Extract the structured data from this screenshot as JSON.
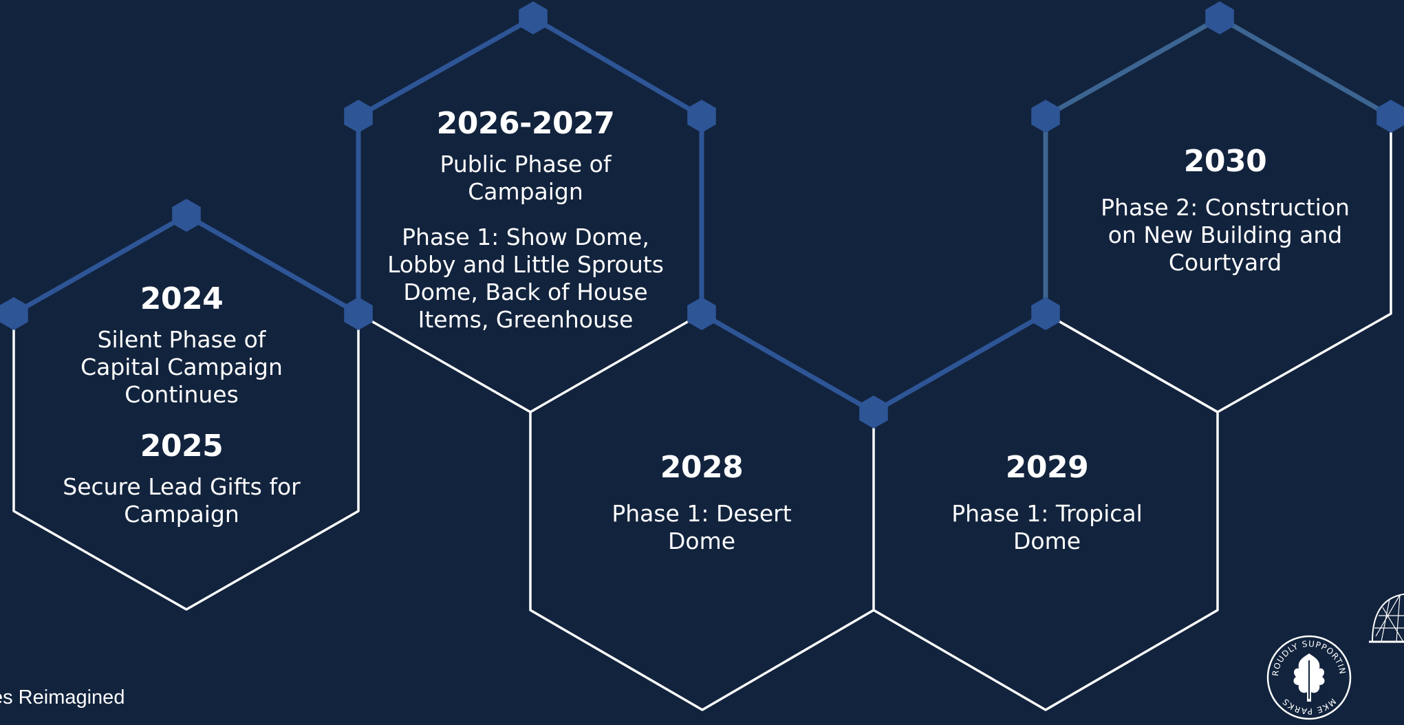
{
  "timeline": [
    {
      "id": "2024-2025",
      "years": [
        {
          "year": "2024",
          "lines": [
            "Silent Phase of",
            "Capital Campaign",
            "Continues"
          ]
        },
        {
          "year": "2025",
          "lines": [
            "Secure Lead Gifts for",
            "Campaign"
          ]
        }
      ]
    },
    {
      "id": "2026-2027",
      "years": [
        {
          "year": "2026-2027",
          "lines": [
            "Public Phase of",
            "Campaign"
          ]
        },
        {
          "year": "",
          "lines": [
            "Phase 1: Show Dome,",
            "Lobby and Little Sprouts",
            "Dome, Back of House",
            "Items, Greenhouse"
          ]
        }
      ]
    },
    {
      "id": "2028",
      "years": [
        {
          "year": "2028",
          "lines": [
            "Phase 1: Desert",
            "Dome"
          ]
        }
      ]
    },
    {
      "id": "2029",
      "years": [
        {
          "year": "2029",
          "lines": [
            "Phase 1: Tropical",
            "Dome"
          ]
        }
      ]
    },
    {
      "id": "2030",
      "years": [
        {
          "year": "2030",
          "lines": [
            "Phase 2: Construction",
            "on New Building and",
            "Courtyard"
          ]
        }
      ]
    }
  ],
  "footer_text": "es Reimagined",
  "badge_text": {
    "top": "PROUDLY SUPPORTING",
    "bottom": "MKE PARKS"
  },
  "colors": {
    "background": "#12233d",
    "outline": "#ffffff",
    "accent": "#2e5596",
    "accent_light": "#3d6591",
    "text": "#ffffff"
  },
  "icons": [
    "hexagon-node-icon",
    "oak-leaf-icon",
    "dome-icon"
  ]
}
